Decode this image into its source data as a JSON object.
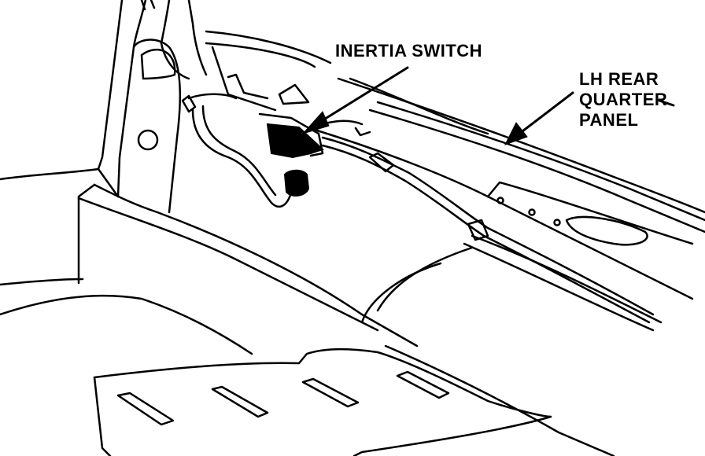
{
  "labels": {
    "inertia_switch": "INERTIA SWITCH",
    "lh_rear_quarter_panel": [
      "LH REAR",
      "QUARTER",
      "PANEL"
    ]
  },
  "colors": {
    "ink": "#000000",
    "paper": "#ffffff"
  }
}
